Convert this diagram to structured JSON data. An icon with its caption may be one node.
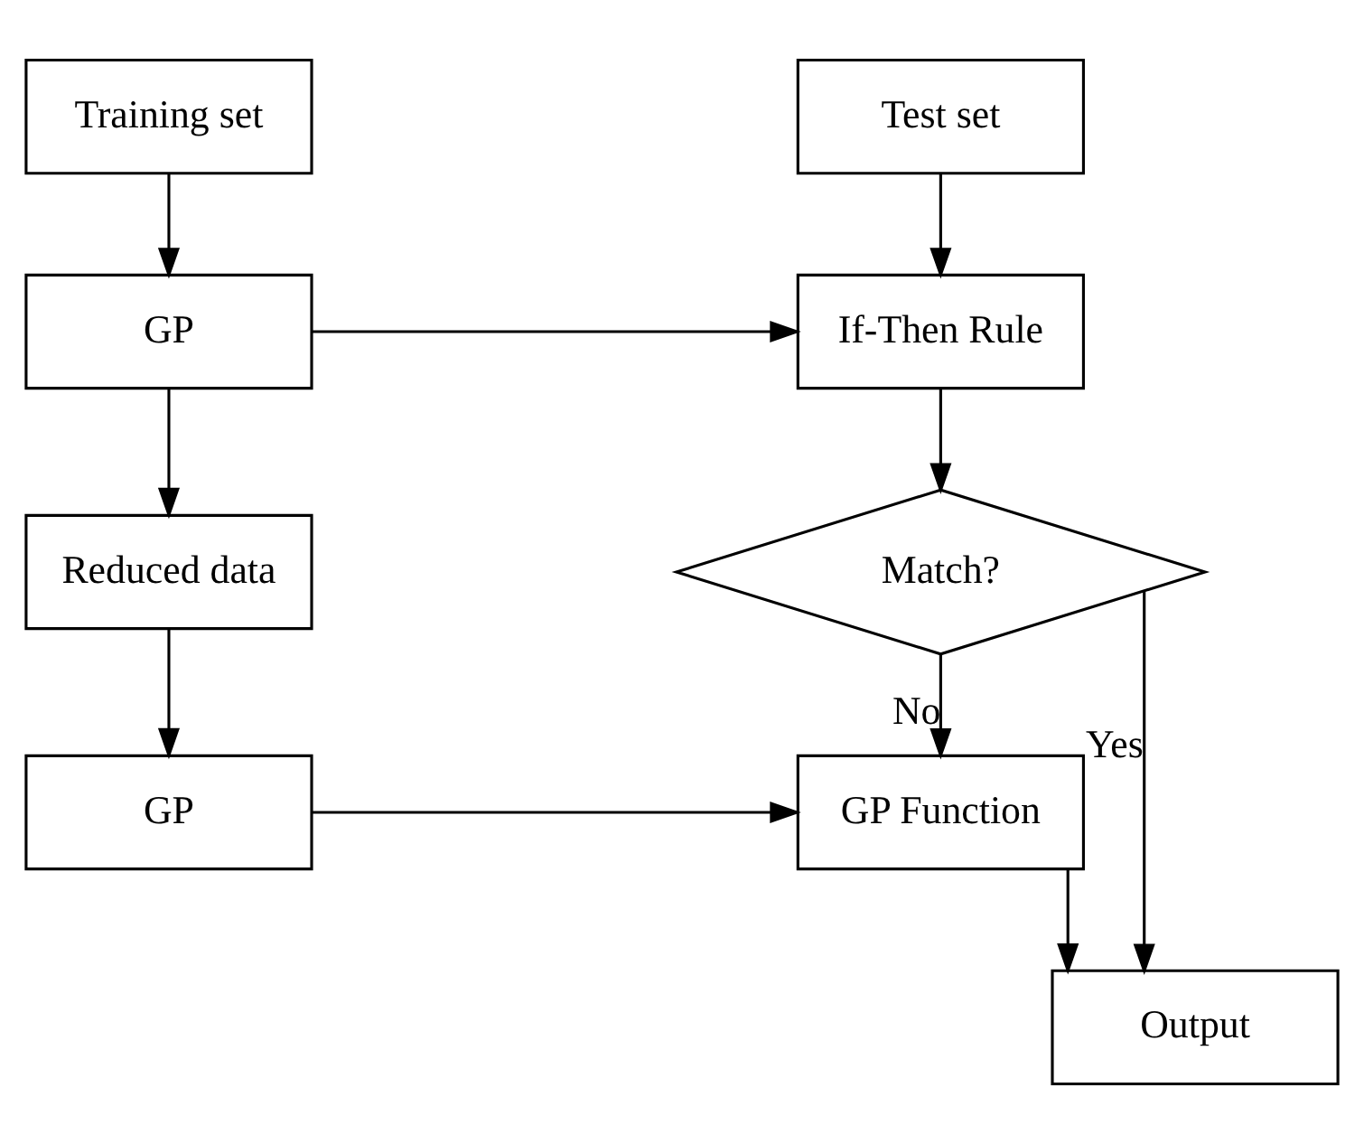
{
  "diagram": {
    "nodes": [
      {
        "text": [
          "Training set"
        ]
      },
      {
        "text": [
          "Test set"
        ]
      },
      {
        "text": [
          "GP"
        ]
      },
      {
        "text": [
          "If-Then Rule"
        ]
      },
      {
        "text": [
          "Reduced data"
        ]
      },
      {
        "text": [
          "Match?"
        ]
      },
      {
        "text": [
          "GP"
        ]
      },
      {
        "text": [
          "GP Function"
        ]
      },
      {
        "text": [
          "Output"
        ]
      }
    ],
    "edges": [
      {
        "from": 0,
        "to": 2,
        "arrow": "to"
      },
      {
        "from": 1,
        "to": 3,
        "arrow": "to"
      },
      {
        "from": 2,
        "to": 3,
        "arrow": "to"
      },
      {
        "from": 2,
        "to": 4,
        "arrow": "to"
      },
      {
        "from": 3,
        "to": 5,
        "arrow": "to"
      },
      {
        "from": 4,
        "to": 6,
        "arrow": "to"
      },
      {
        "from": 5,
        "to": 7,
        "label": "No",
        "arrow": "to"
      },
      {
        "from": 6,
        "to": 7,
        "arrow": "to"
      },
      {
        "from": 5,
        "to": 8,
        "label": "Yes",
        "arrow": "to"
      },
      {
        "from": 7,
        "to": 8,
        "arrow": "to"
      }
    ]
  }
}
